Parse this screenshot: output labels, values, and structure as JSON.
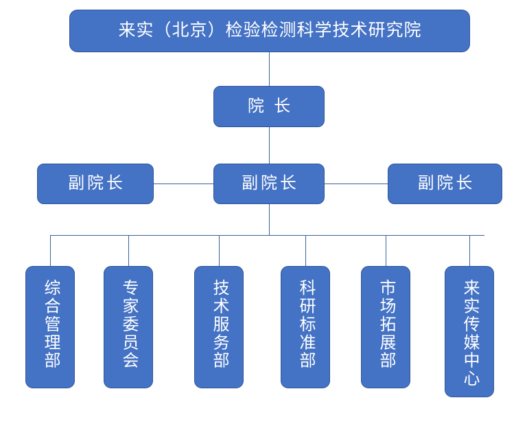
{
  "org_chart": {
    "type": "organization-chart",
    "theme": {
      "node_fill": "#4472C4",
      "node_border": "#2F5597",
      "node_text": "#FFFFFF",
      "connector": "#3C6098",
      "background": "#FFFFFF"
    },
    "root": {
      "label": "来实（北京）检验检测科学技术研究院"
    },
    "president": {
      "label": "院 长"
    },
    "vice_presidents": [
      {
        "label": "副院长"
      },
      {
        "label": "副院长"
      },
      {
        "label": "副院长"
      }
    ],
    "departments": [
      {
        "label": "综合管理部"
      },
      {
        "label": "专家委员会"
      },
      {
        "label": "技术服务部"
      },
      {
        "label": "科研标准部"
      },
      {
        "label": "市场拓展部"
      },
      {
        "label": "来实传媒中心"
      }
    ]
  }
}
